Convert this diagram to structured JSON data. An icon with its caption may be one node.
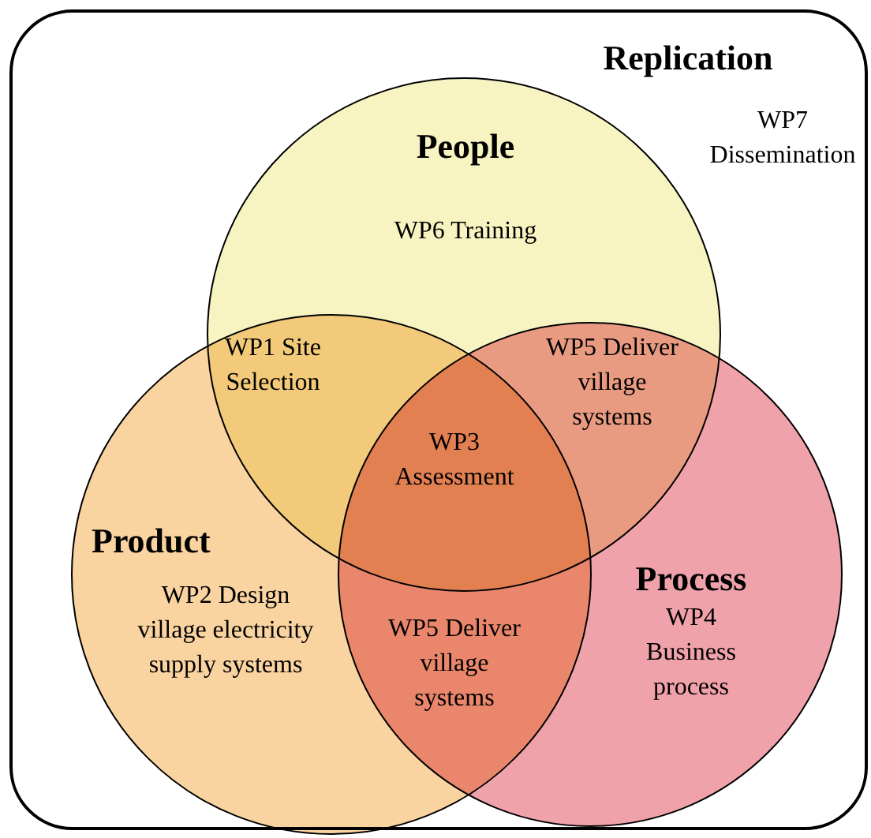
{
  "diagram": {
    "nodes": [
      {
        "text": [
          "Replication",
          "WP7 Dissemination"
        ]
      },
      {
        "text": [
          "People",
          "WP6 Training"
        ],
        "in": 0
      },
      {
        "text": [
          "Product",
          "WP2 Design village electricity supply systems"
        ],
        "in": 0
      },
      {
        "text": [
          "Process",
          "WP4 Business process"
        ],
        "in": 0
      }
    ],
    "labels": [
      "WP1 Site Selection",
      "WP5 Deliver village systems",
      "WP3 Assessment",
      "WP5 Deliver village systems"
    ]
  }
}
